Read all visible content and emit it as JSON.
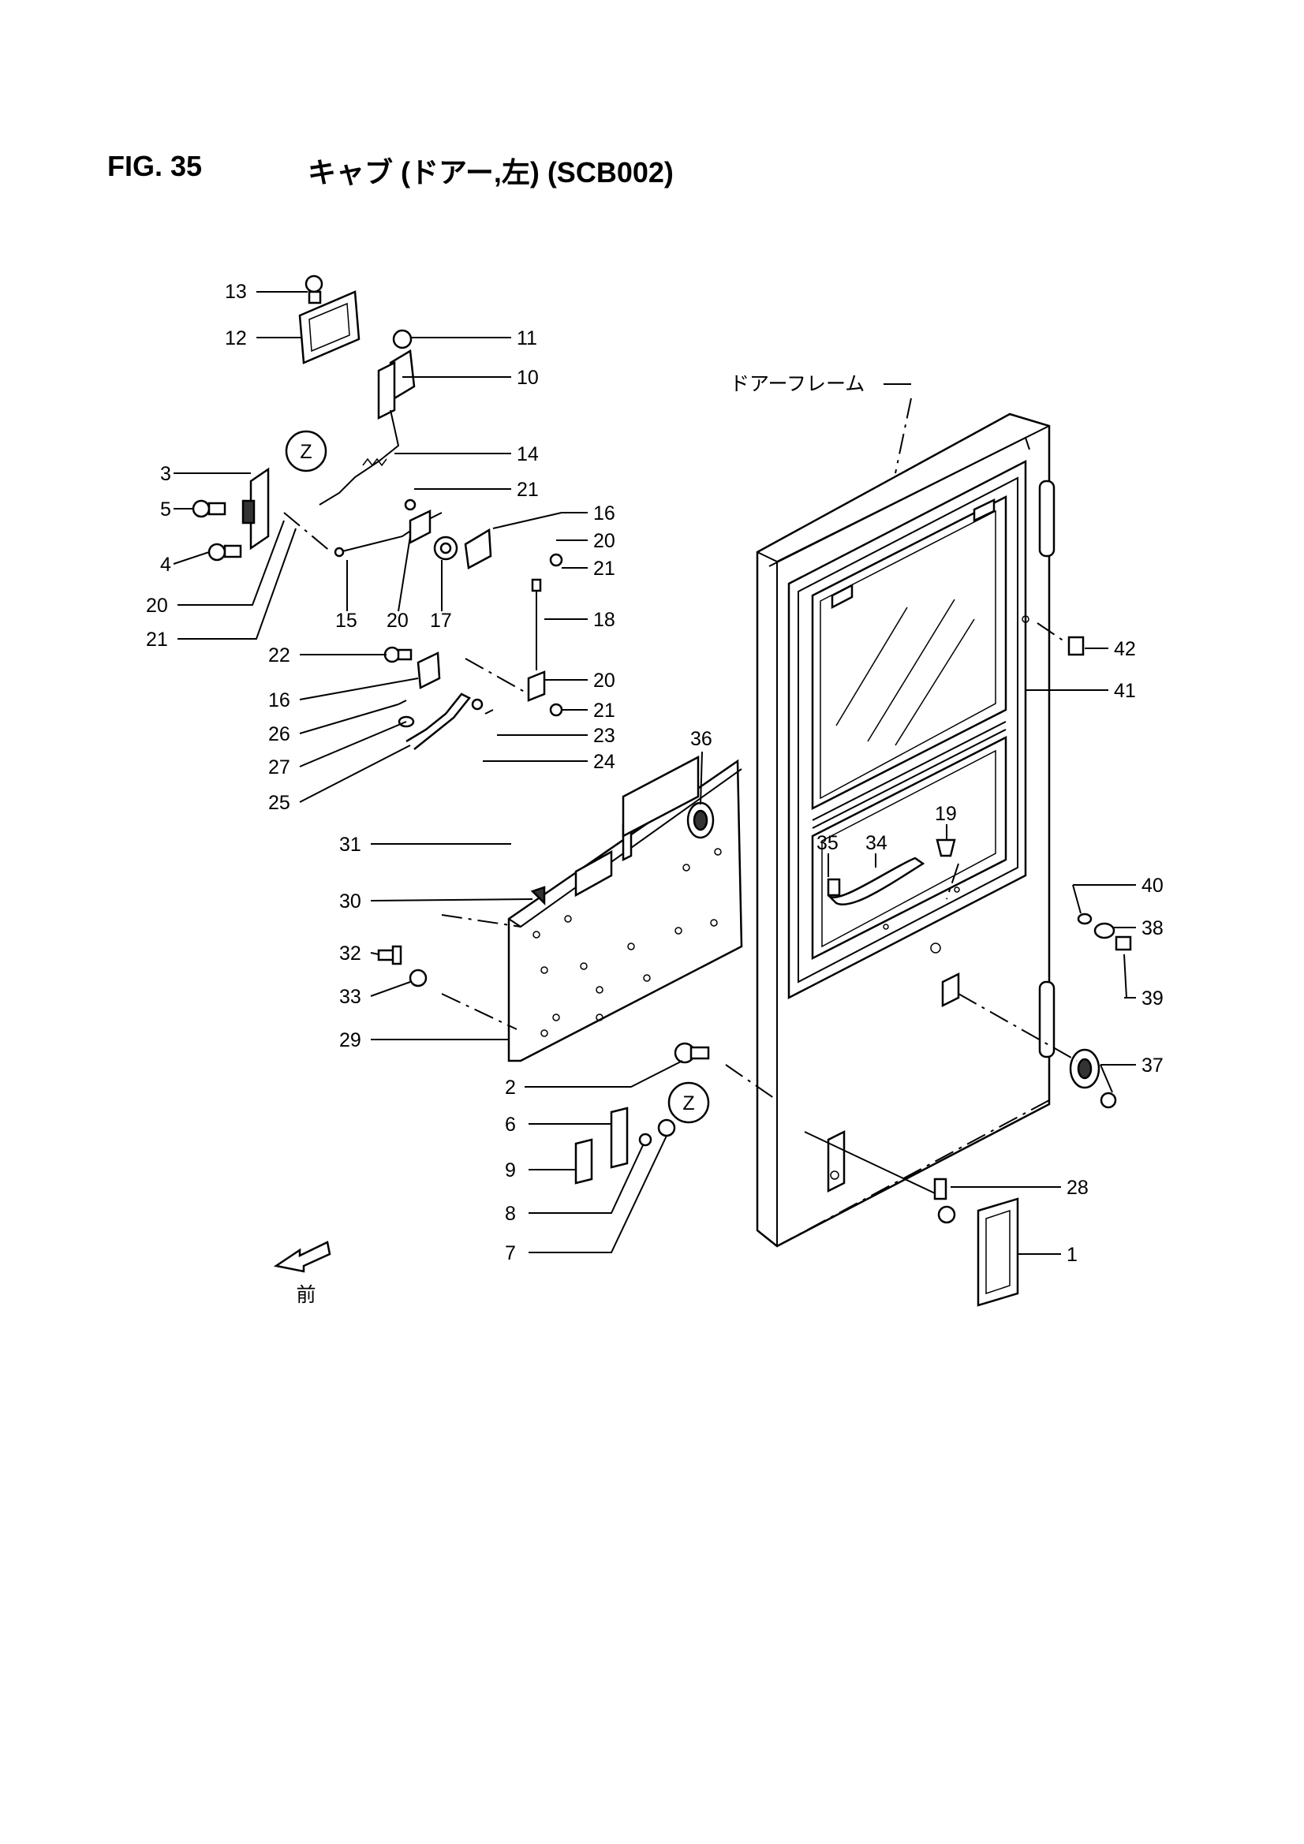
{
  "header": {
    "fig_number": "FIG. 35",
    "fig_title": "キャブ (ドアー,左) (SCB002)"
  },
  "callouts": {
    "door_frame": "ドアーフレーム",
    "view_z": "Z",
    "front": "前"
  },
  "parts": {
    "p1": "1",
    "p2": "2",
    "p3": "3",
    "p4": "4",
    "p5": "5",
    "p6": "6",
    "p7": "7",
    "p8": "8",
    "p9": "9",
    "p10": "10",
    "p11": "11",
    "p12": "12",
    "p13": "13",
    "p14": "14",
    "p15": "15",
    "p16": "16",
    "p17": "17",
    "p18": "18",
    "p19": "19",
    "p20": "20",
    "p21": "21",
    "p22": "22",
    "p23": "23",
    "p24": "24",
    "p25": "25",
    "p26": "26",
    "p27": "27",
    "p28": "28",
    "p29": "29",
    "p30": "30",
    "p31": "31",
    "p32": "32",
    "p33": "33",
    "p34": "34",
    "p35": "35",
    "p36": "36",
    "p37": "37",
    "p38": "38",
    "p39": "39",
    "p40": "40",
    "p41": "41",
    "p42": "42"
  }
}
